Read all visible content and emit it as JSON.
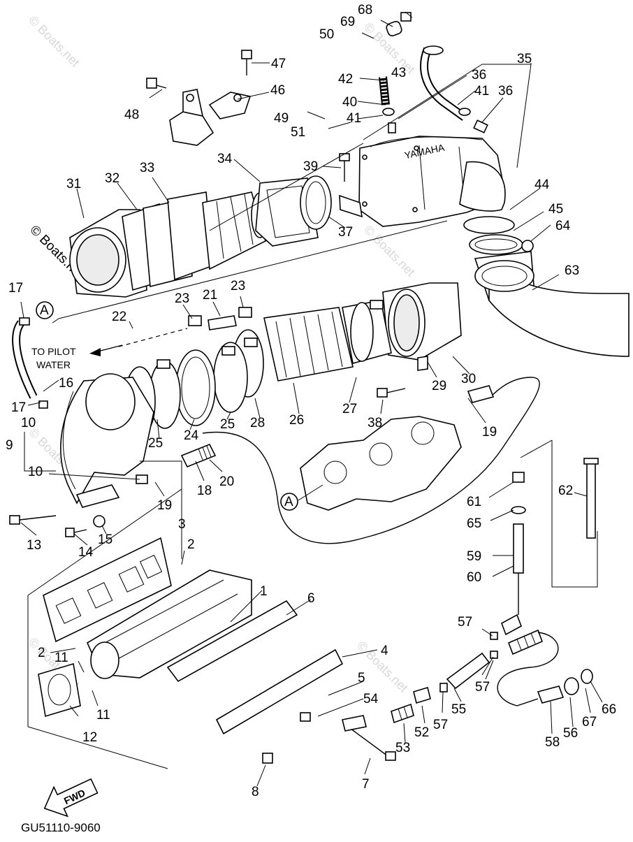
{
  "watermark": "© Boats.net",
  "diagram_code": "GU51110-9060",
  "brand_text": "YAMAHA",
  "fwd_text": "FWD",
  "pilot_note_line1": "TO PILOT",
  "pilot_note_line2": "WATER",
  "ref_mark": "A",
  "callouts": {
    "c1": "1",
    "c2a": "2",
    "c2b": "2",
    "c3": "3",
    "c4": "4",
    "c5": "5",
    "c6": "6",
    "c7": "7",
    "c8": "8",
    "c9": "9",
    "c10a": "10",
    "c10b": "10",
    "c11a": "11",
    "c11b": "11",
    "c12": "12",
    "c13": "13",
    "c14": "14",
    "c15": "15",
    "c16": "16",
    "c17a": "17",
    "c17b": "17",
    "c18": "18",
    "c19a": "19",
    "c19b": "19",
    "c20": "20",
    "c21": "21",
    "c22": "22",
    "c23a": "23",
    "c23b": "23",
    "c24": "24",
    "c25a": "25",
    "c25b": "25",
    "c26": "26",
    "c27": "27",
    "c28": "28",
    "c29": "29",
    "c30": "30",
    "c31": "31",
    "c32": "32",
    "c33": "33",
    "c34": "34",
    "c35": "35",
    "c36a": "36",
    "c36b": "36",
    "c37": "37",
    "c38": "38",
    "c39": "39",
    "c40": "40",
    "c41a": "41",
    "c41b": "41",
    "c42": "42",
    "c43": "43",
    "c44": "44",
    "c45": "45",
    "c46": "46",
    "c47": "47",
    "c48": "48",
    "c49": "49",
    "c50": "50",
    "c51": "51",
    "c52": "52",
    "c53": "53",
    "c54": "54",
    "c55": "55",
    "c56": "56",
    "c57a": "57",
    "c57b": "57",
    "c57c": "57",
    "c58": "58",
    "c59": "59",
    "c60": "60",
    "c61": "61",
    "c62": "62",
    "c63": "63",
    "c64": "64",
    "c65": "65",
    "c66": "66",
    "c67": "67",
    "c68": "68",
    "c69": "69"
  }
}
